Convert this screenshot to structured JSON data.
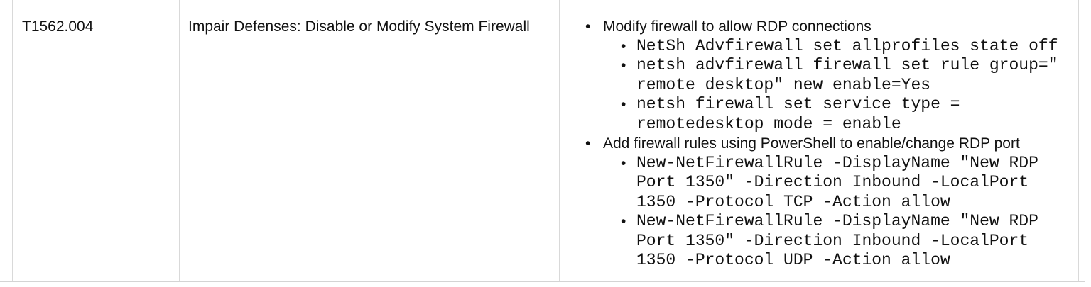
{
  "glyphs": {
    "bullet": "•"
  },
  "colors": {
    "border": "#d9d9d9",
    "bottom_rule": "#d4d4d4",
    "text": "#111111",
    "background": "#ffffff"
  },
  "table": {
    "row": {
      "technique_id": "T1562.004",
      "technique_name": "Impair Defenses: Disable or Modify System Firewall",
      "details": {
        "bullets": [
          {
            "text": "Modify firewall to allow RDP connections",
            "commands": [
              {
                "lines": [
                  "NetSh Advfirewall set allprofiles state off"
                ]
              },
              {
                "lines": [
                  "netsh advfirewall firewall set rule group=\"",
                  "remote desktop\" new enable=Yes"
                ]
              },
              {
                "lines": [
                  "netsh firewall set service type =",
                  "remotedesktop mode = enable"
                ]
              }
            ]
          },
          {
            "text": "Add firewall rules using PowerShell to enable/change RDP port",
            "commands": [
              {
                "lines": [
                  "New-NetFirewallRule -DisplayName \"New RDP",
                  "Port 1350\" -Direction Inbound -LocalPort",
                  "1350 -Protocol TCP -Action allow"
                ]
              },
              {
                "lines": [
                  "New-NetFirewallRule -DisplayName \"New RDP",
                  "Port 1350\" -Direction Inbound -LocalPort",
                  "1350 -Protocol UDP -Action allow"
                ]
              }
            ]
          }
        ]
      }
    }
  }
}
